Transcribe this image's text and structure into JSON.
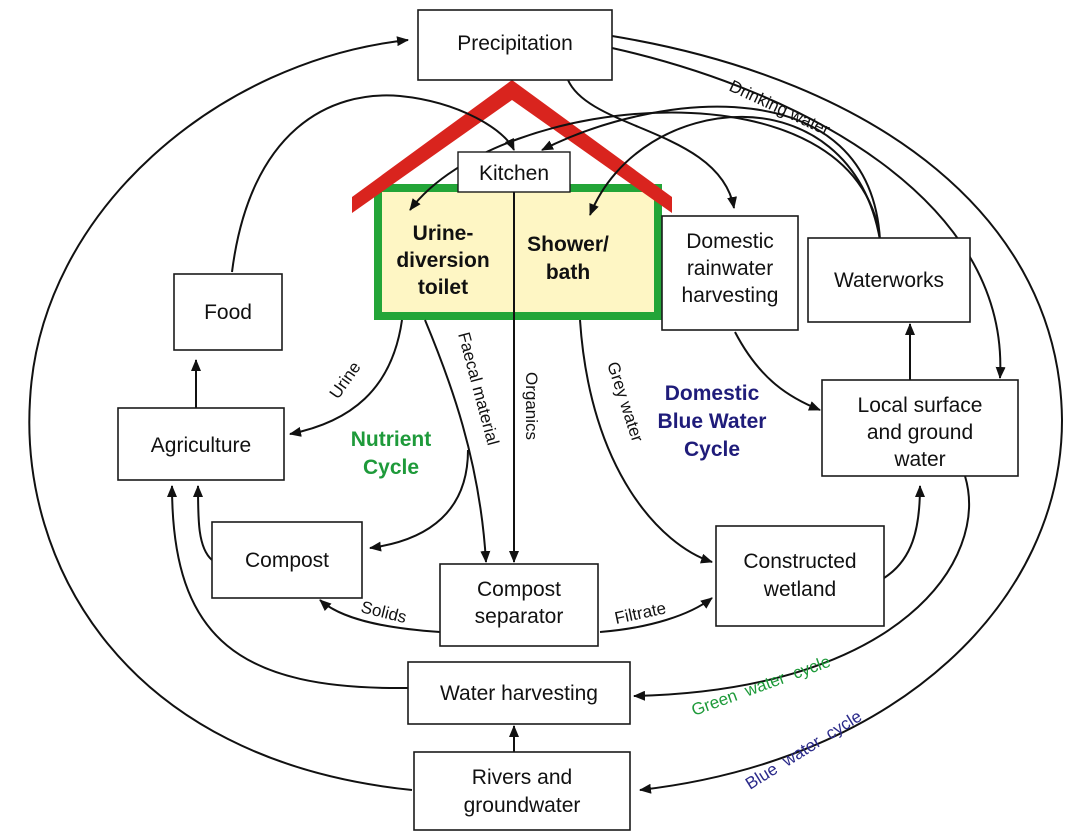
{
  "nodes": {
    "precipitation": "Precipitation",
    "kitchen": "Kitchen",
    "toilet": [
      "Urine-",
      "diversion",
      "toilet"
    ],
    "shower": [
      "Shower/",
      "bath"
    ],
    "rainwater": [
      "Domestic",
      "rainwater",
      "harvesting"
    ],
    "waterworks": "Waterworks",
    "food": "Food",
    "agriculture": "Agriculture",
    "local_water": [
      "Local surface",
      "and ground",
      "water"
    ],
    "compost": "Compost",
    "separator": [
      "Compost",
      "separator"
    ],
    "wetland": [
      "Constructed",
      "wetland"
    ],
    "water_harvesting": "Water harvesting",
    "rivers": [
      "Rivers and",
      "groundwater"
    ]
  },
  "flows": {
    "drinking_water": "Drinking water",
    "urine": "Urine",
    "faecal": "Faecal material",
    "organics": "Organics",
    "grey_water": "Grey water",
    "solids": "Solids",
    "filtrate": "Filtrate"
  },
  "cycles": {
    "nutrient": [
      "Nutrient",
      "Cycle"
    ],
    "blue_domestic": [
      "Domestic",
      "Blue Water",
      "Cycle"
    ],
    "green": "Green  water  cycle",
    "blue": "Blue  water  cycle"
  },
  "colors": {
    "roof": "#d9241e",
    "walls": "#23a538",
    "house_fill": "#fef6c4",
    "nutrient": "#1e9a3a",
    "blue_water": "#1f1c7a",
    "green_water": "#1e9a3a",
    "blue_outer": "#2b2a8a"
  }
}
